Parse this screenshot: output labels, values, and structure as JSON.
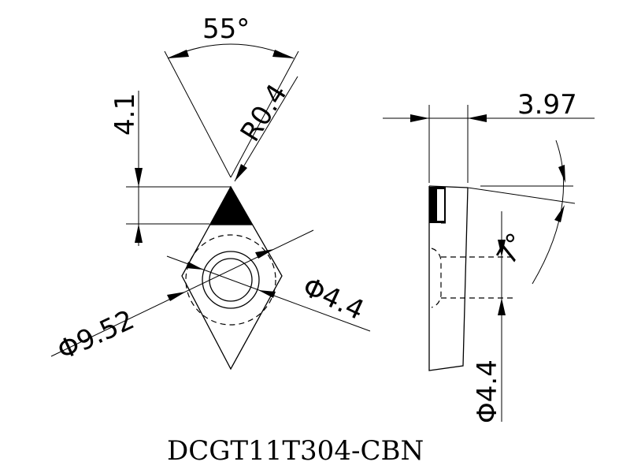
{
  "colors": {
    "line": "#000000",
    "background": "#ffffff"
  },
  "drawing": {
    "front_view": {
      "angle_label": "55°",
      "height_label": "4.1",
      "radius_label": "R0.4",
      "inscribed_circle_label": "Φ9.52",
      "hole_label": "Φ4.4"
    },
    "side_view": {
      "thickness_label": "3.97",
      "clearance_angle_label": "7°",
      "hole_label": "Φ4.4"
    },
    "title": "DCGT11T304-CBN"
  }
}
